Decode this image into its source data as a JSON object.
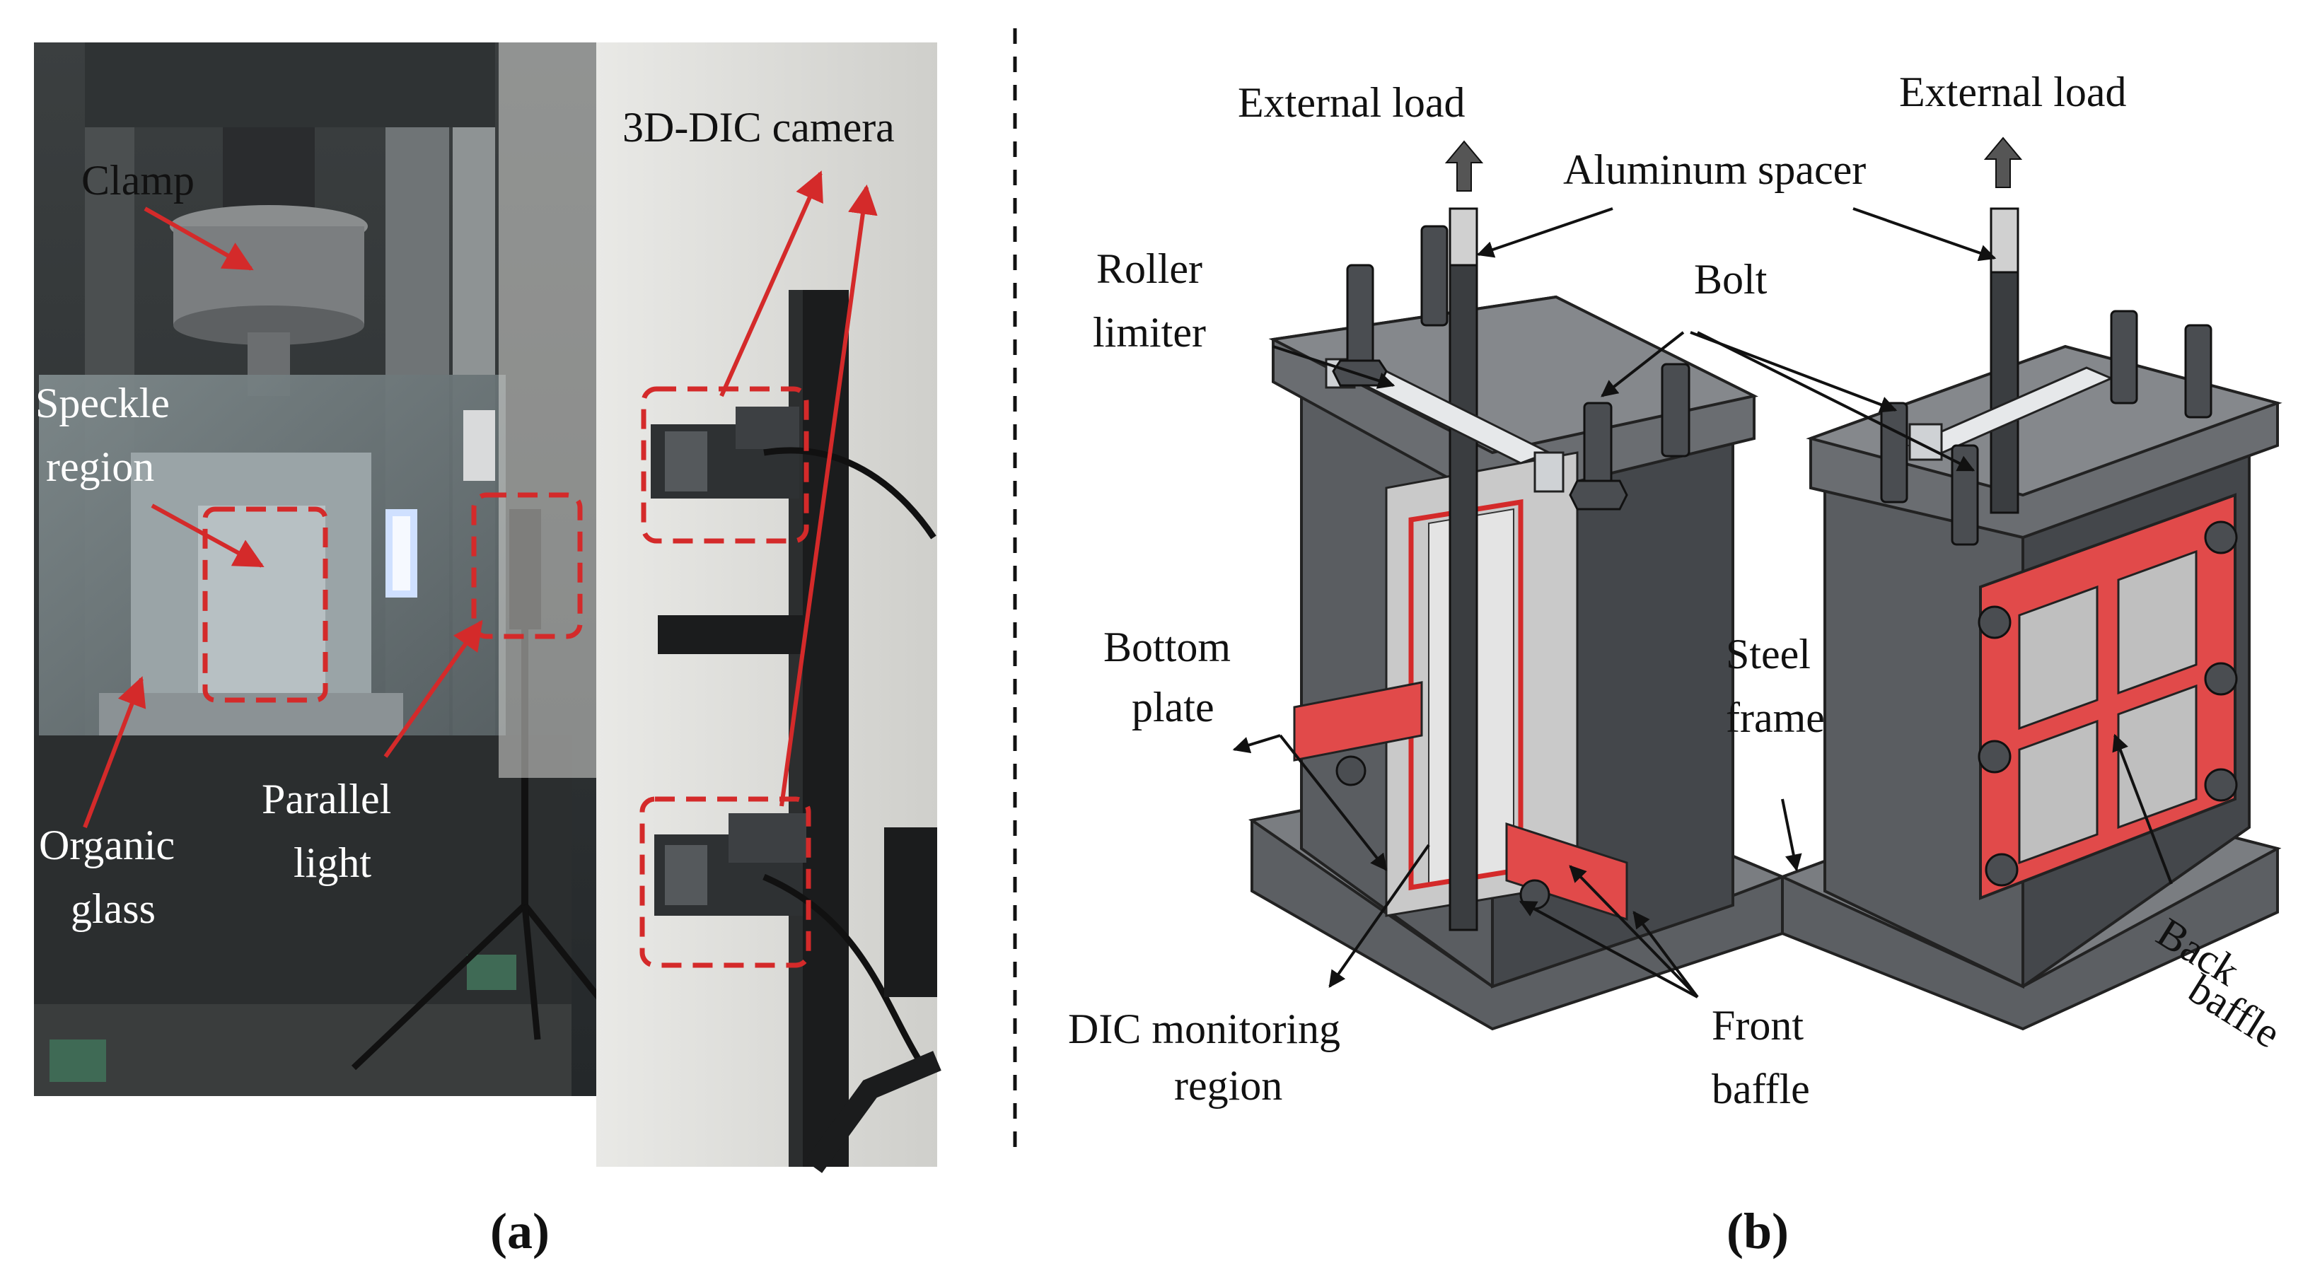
{
  "panel_a": {
    "caption": "(a)",
    "labels": {
      "clamp": "Clamp",
      "speckle_1": "Speckle",
      "speckle_2": "region",
      "organic_1": "Organic",
      "organic_2": "glass",
      "parallel_1": "Parallel",
      "parallel_2": "light",
      "camera": "3D-DIC camera"
    }
  },
  "panel_b": {
    "caption": "(b)",
    "labels": {
      "external_left": "External load",
      "external_right": "External load",
      "aluminum": "Aluminum spacer",
      "roller_1": "Roller",
      "roller_2": "limiter",
      "bolt": "Bolt",
      "bottom_1": "Bottom",
      "bottom_2": "plate",
      "steel_1": "Steel",
      "steel_2": "frame",
      "dic_1": "DIC monitoring",
      "dic_2": "region",
      "front_1": "Front",
      "front_2": "baffle",
      "back_1": "Back",
      "back_2": "baffle"
    }
  },
  "colors": {
    "annotation_red": "#d42a2a",
    "baffle_red": "#e14a4a",
    "frame_gray": "#5a5d61",
    "frame_light": "#8b8e92"
  }
}
